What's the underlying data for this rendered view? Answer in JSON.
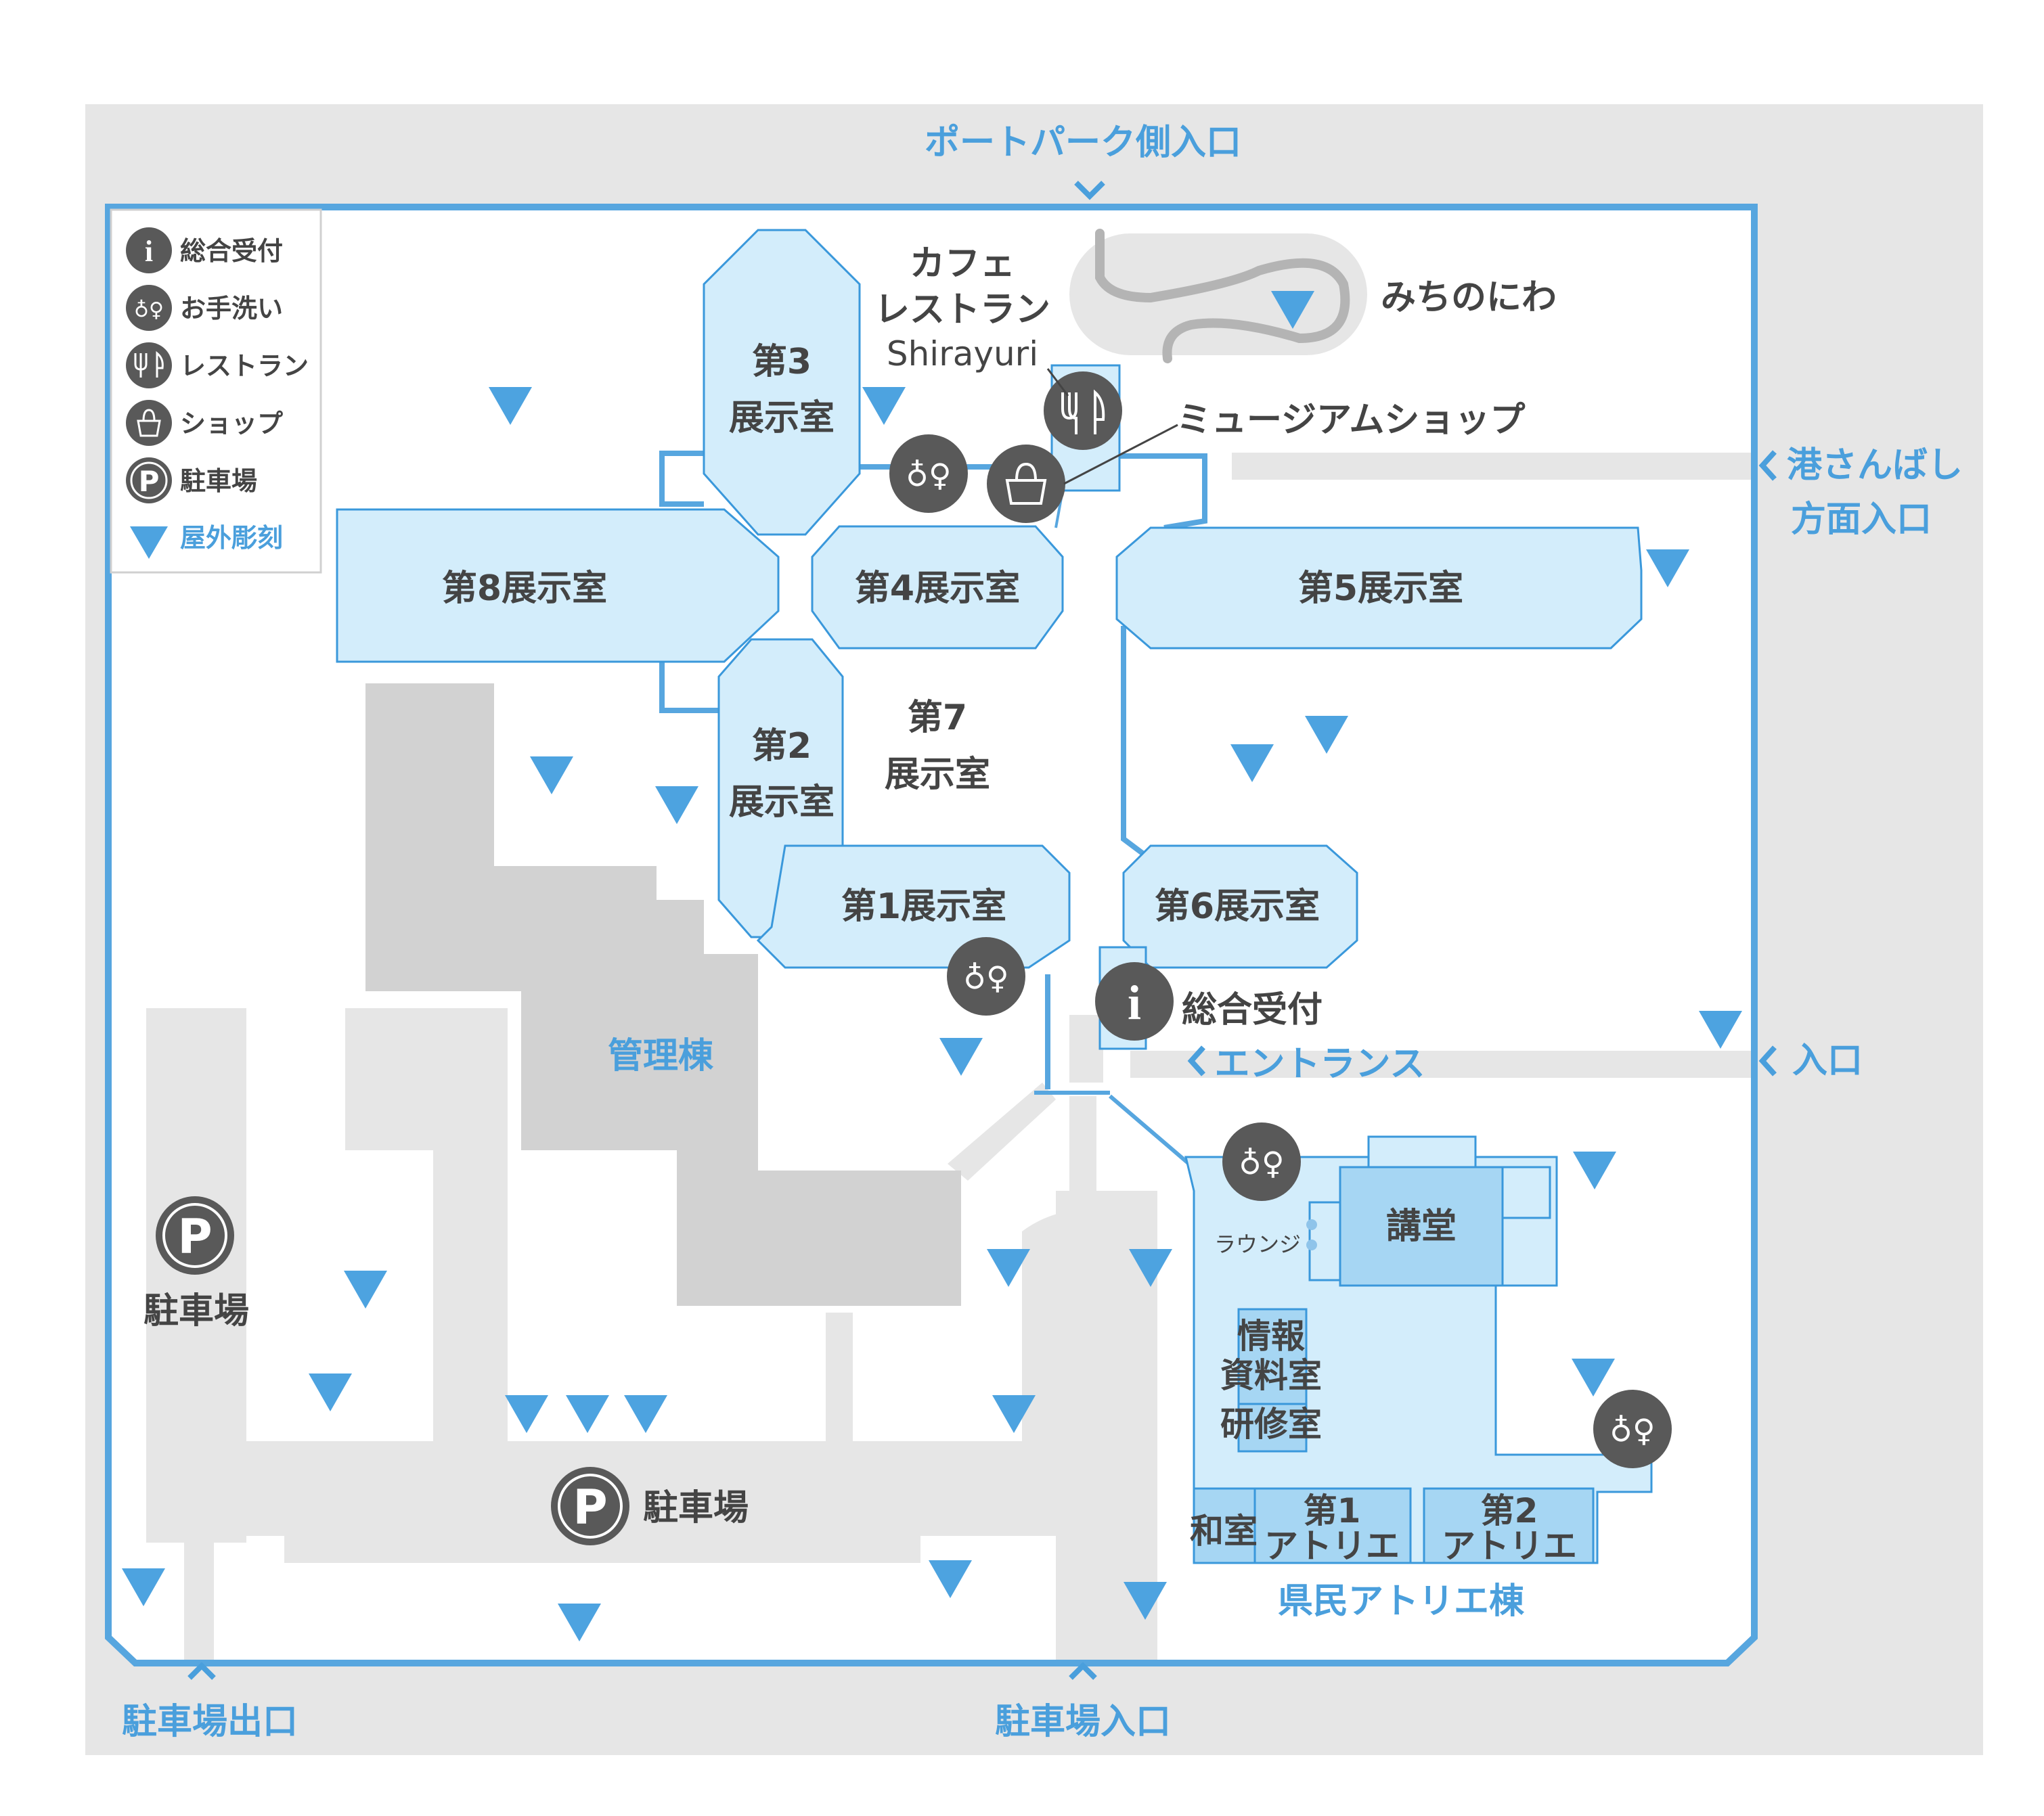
{
  "colors": {
    "site_outline": "#57a6df",
    "exhibition_room": "#d3edfb",
    "lecture_hall": "#a6d6f3",
    "admin_building": "#d2d2d2",
    "road_parking": "#e6e6e6",
    "label_blue": "#4a9fdc",
    "label_dark": "#444444",
    "pin_gray": "#595959"
  },
  "legend": {
    "items": [
      {
        "icon": "info-icon",
        "label": "総合受付"
      },
      {
        "icon": "restroom-icon",
        "label": "お手洗い"
      },
      {
        "icon": "restaurant-icon",
        "label": "レストラン"
      },
      {
        "icon": "shop-bag-icon",
        "label": "ショップ"
      },
      {
        "icon": "parking-icon",
        "label": "駐車場"
      },
      {
        "icon": "sculpture-triangle-icon",
        "label": "屋外彫刻"
      }
    ]
  },
  "entrances": {
    "portpark": "ポートパーク側入口",
    "osanbashi_line1": "港さんばし",
    "osanbashi_line2": "方面入口",
    "main": "入口",
    "entrance_hall": "エントランス",
    "parking_exit": "駐車場出口",
    "parking_entry": "駐車場入口"
  },
  "rooms": {
    "room3_line1": "第3",
    "room3_line2": "展示室",
    "room8": "第8展示室",
    "room4": "第4展示室",
    "room5": "第5展示室",
    "room2_line1": "第2",
    "room2_line2": "展示室",
    "room7_line1": "第7",
    "room7_line2": "展示室",
    "room1": "第1展示室",
    "room6": "第6展示室"
  },
  "facilities": {
    "cafe_line1": "カフェ",
    "cafe_line2": "レストラン",
    "cafe_line3": "Shirayuri",
    "museum_shop": "ミュージアムショップ",
    "garden": "みちのにわ",
    "reception": "総合受付",
    "admin": "管理棟",
    "parking_left": "駐車場",
    "parking_bottom": "駐車場",
    "lounge": "ラウンジ",
    "lecture_hall": "講堂",
    "info_line1": "情報",
    "info_line2": "資料室",
    "training": "研修室",
    "japanese_room": "和室",
    "atelier1_line1": "第1",
    "atelier1_line2": "アトリエ",
    "atelier2_line1": "第2",
    "atelier2_line2": "アトリエ",
    "atelier_building": "県民アトリエ棟"
  }
}
